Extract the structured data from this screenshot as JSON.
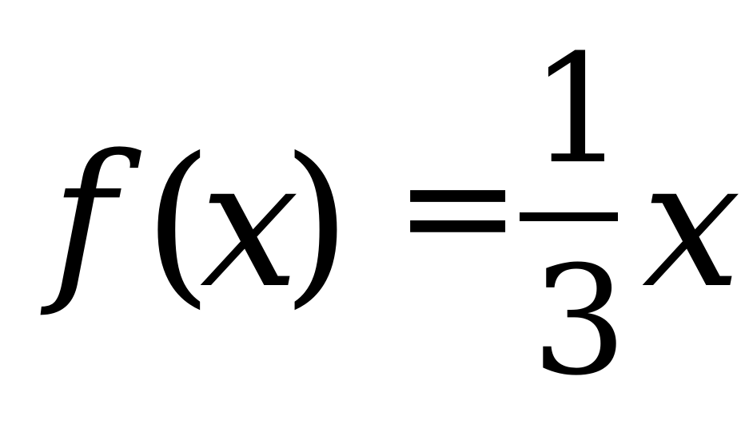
{
  "formula": {
    "function_name": "f",
    "left_paren": "(",
    "variable": "x",
    "right_paren": ")",
    "equals": "=",
    "numerator": "1",
    "denominator": "3",
    "trailing_variable": "x",
    "colors": {
      "text": "#000000",
      "background": "#ffffff"
    }
  }
}
